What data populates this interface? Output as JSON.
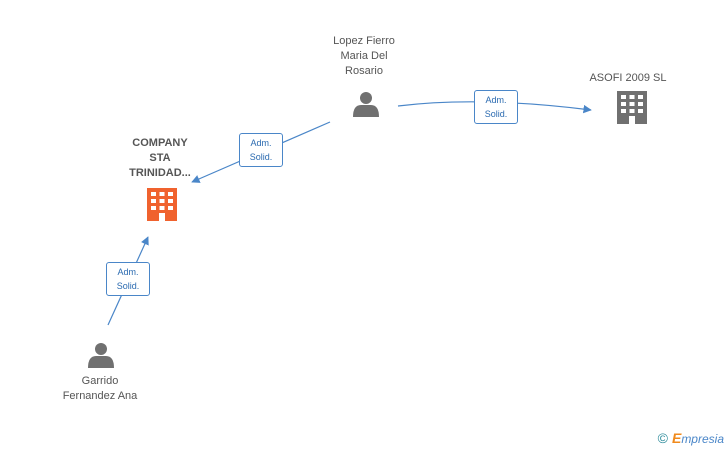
{
  "nodes": {
    "lopez": {
      "type": "person",
      "lines": [
        "Lopez Fierro",
        "Maria Del",
        "Rosario"
      ]
    },
    "asofi": {
      "type": "company",
      "lines": [
        "ASOFI 2009 SL"
      ]
    },
    "company": {
      "type": "company-main",
      "lines": [
        "COMPANY",
        "STA",
        "TRINIDAD..."
      ]
    },
    "garrido": {
      "type": "person",
      "lines": [
        "Garrido",
        "Fernandez Ana"
      ]
    }
  },
  "edges": {
    "lopez_asofi": {
      "lines": [
        "Adm.",
        "Solid."
      ]
    },
    "lopez_company": {
      "lines": [
        "Adm.",
        "Solid."
      ]
    },
    "garrido_company": {
      "lines": [
        "Adm.",
        "Solid."
      ]
    }
  },
  "colors": {
    "edge": "#4a86c8",
    "person": "#707070",
    "company": "#707070",
    "company_main": "#f0622e"
  },
  "footer": {
    "copyright": "©",
    "brand_initial": "E",
    "brand_rest": "mpresia"
  }
}
